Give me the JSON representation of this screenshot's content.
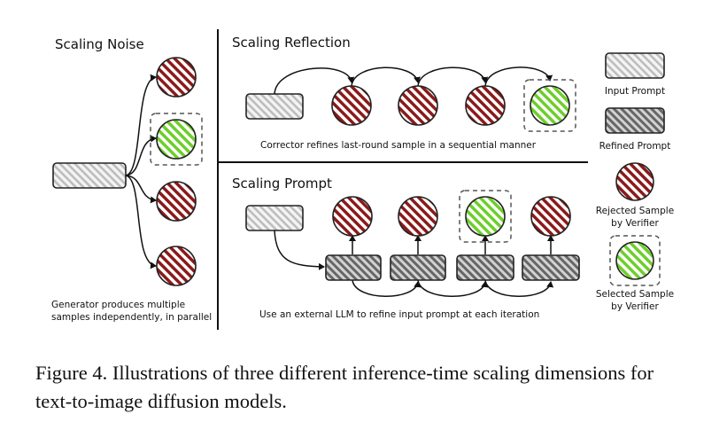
{
  "panels": {
    "noise": {
      "title": "Scaling Noise",
      "note_line1": "Generator produces multiple",
      "note_line2": "samples independently, in parallel"
    },
    "reflection": {
      "title": "Scaling Reflection",
      "note": "Corrector refines last-round sample in a sequential manner"
    },
    "prompt": {
      "title": "Scaling Prompt",
      "note": "Use an external LLM to refine input prompt at each iteration"
    }
  },
  "legend": {
    "input_prompt": "Input Prompt",
    "refined_prompt": "Refined Prompt",
    "rejected_line1": "Rejected Sample",
    "rejected_line2": "by Verifier",
    "selected_line1": "Selected Sample",
    "selected_line2": "by Verifier"
  },
  "caption": "Figure 4. Illustrations of three different inference-time scaling dimensions for text-to-image diffusion models.",
  "colors": {
    "rejected": "#8b1a1a",
    "selected": "#6ccf2a",
    "input_gray": "#bdbdbd",
    "refined_gray": "#6e6e6e"
  }
}
